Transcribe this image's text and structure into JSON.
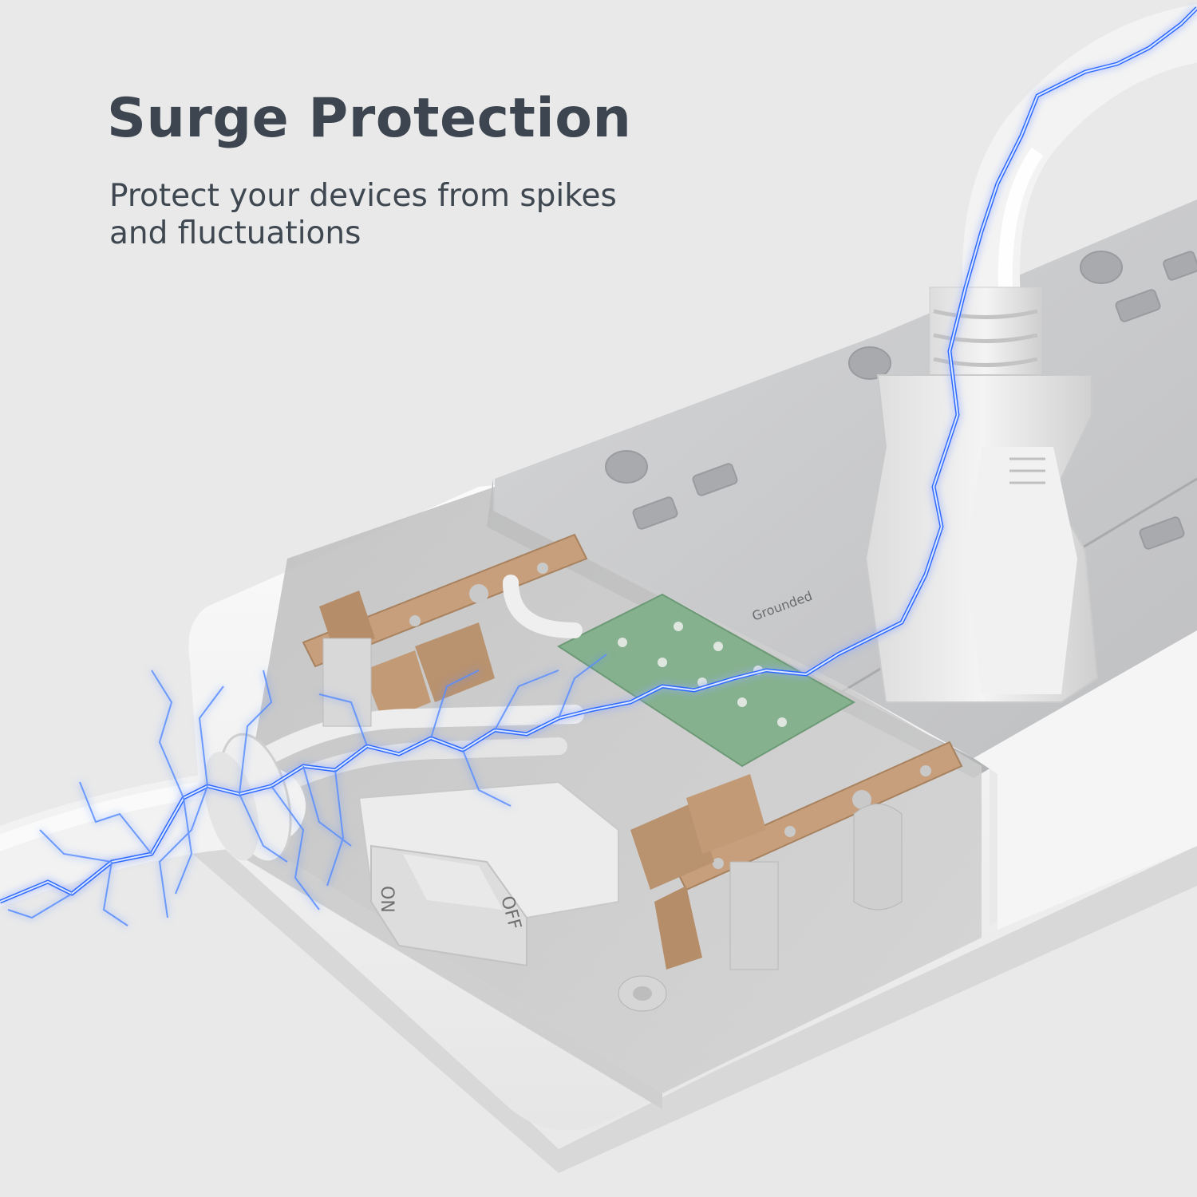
{
  "headline": "Surge Protection",
  "subheadline_lines": [
    "Protect your devices from spikes",
    "and fluctuations"
  ],
  "product_labels": {
    "grounded": "Grounded",
    "switch_on": "ON",
    "switch_off": "OFF"
  },
  "colors": {
    "background": "#e9e9e9",
    "headline_text": "#3d4650",
    "body_text": "#3f4851",
    "housing_white": "#f7f7f7",
    "cover_gray": "#c9cacc",
    "copper": "#c9a27f",
    "pcb_green": "#86b18e",
    "lightning_blue": "#2f6bff"
  },
  "icons": [
    "power-strip-illustration",
    "plug-illustration",
    "lightning-icon",
    "rocker-switch-icon"
  ]
}
